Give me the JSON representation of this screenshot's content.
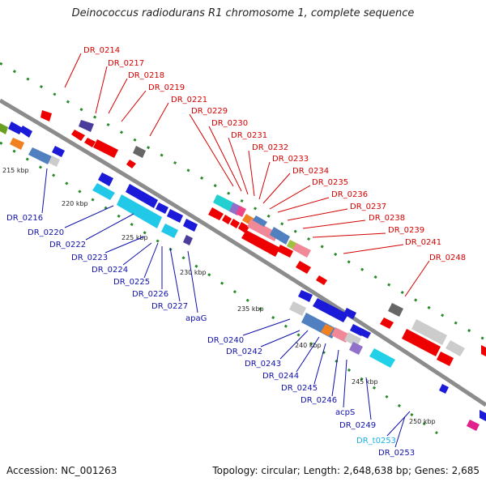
{
  "title": "Deinococcus radiodurans R1 chromosome 1, complete sequence",
  "footer": {
    "accession": "Accession: NC_001263",
    "stats": "Topology: circular; Length: 2,648,638 bp; Genes: 2,685"
  },
  "colors": {
    "forward_label": "#d40000",
    "reverse_label": "#1010aa",
    "rna_label": "#1ab0e8",
    "backbone": "#8c8c8c"
  },
  "scale_labels": [
    "215 kbp",
    "220 kbp",
    "225 kbp",
    "230 kbp",
    "235 kbp",
    "240 kbp",
    "245 kbp",
    "250 kbp"
  ],
  "forward_genes": [
    "DR_0214",
    "DR_0217",
    "DR_0218",
    "DR_0219",
    "DR_0221",
    "DR_0229",
    "DR_0230",
    "DR_0231",
    "DR_0232",
    "DR_0233",
    "DR_0234",
    "DR_0235",
    "DR_0236",
    "DR_0237",
    "DR_0238",
    "DR_0239",
    "DR_0241",
    "DR_0248"
  ],
  "reverse_genes": [
    "DR_0216",
    "DR_0220",
    "DR_0222",
    "DR_0223",
    "DR_0224",
    "DR_0225",
    "DR_0226",
    "DR_0227",
    "apaG",
    "DR_0240",
    "DR_0242",
    "DR_0243",
    "DR_0244",
    "DR_0245",
    "DR_0246",
    "acpS",
    "DR_0249",
    "DR_t0253",
    "DR_0253"
  ]
}
